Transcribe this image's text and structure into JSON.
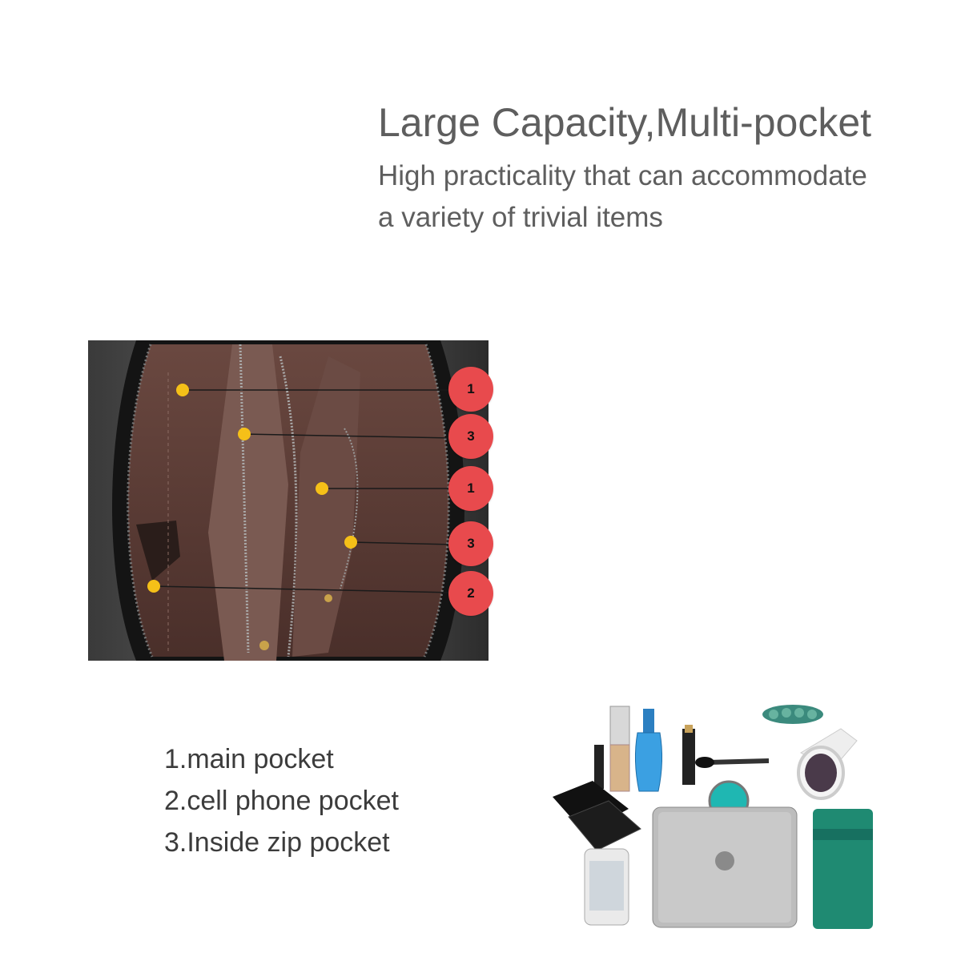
{
  "heading": {
    "title": "Large Capacity,Multi-pocket",
    "subtitle_line1": "High practicality that can accommodate",
    "subtitle_line2": "a variety of trivial items"
  },
  "markers": [
    {
      "number": "1"
    },
    {
      "number": "3"
    },
    {
      "number": "1"
    },
    {
      "number": "3"
    },
    {
      "number": "2"
    }
  ],
  "legend": {
    "items": [
      "1.main  pocket",
      "2.cell phone  pocket",
      "3.Inside zip  pocket"
    ]
  },
  "colors": {
    "marker": "#e84a4d",
    "dot": "#f5c018",
    "text": "#5e5e5e",
    "lining": "#5a3a33"
  }
}
